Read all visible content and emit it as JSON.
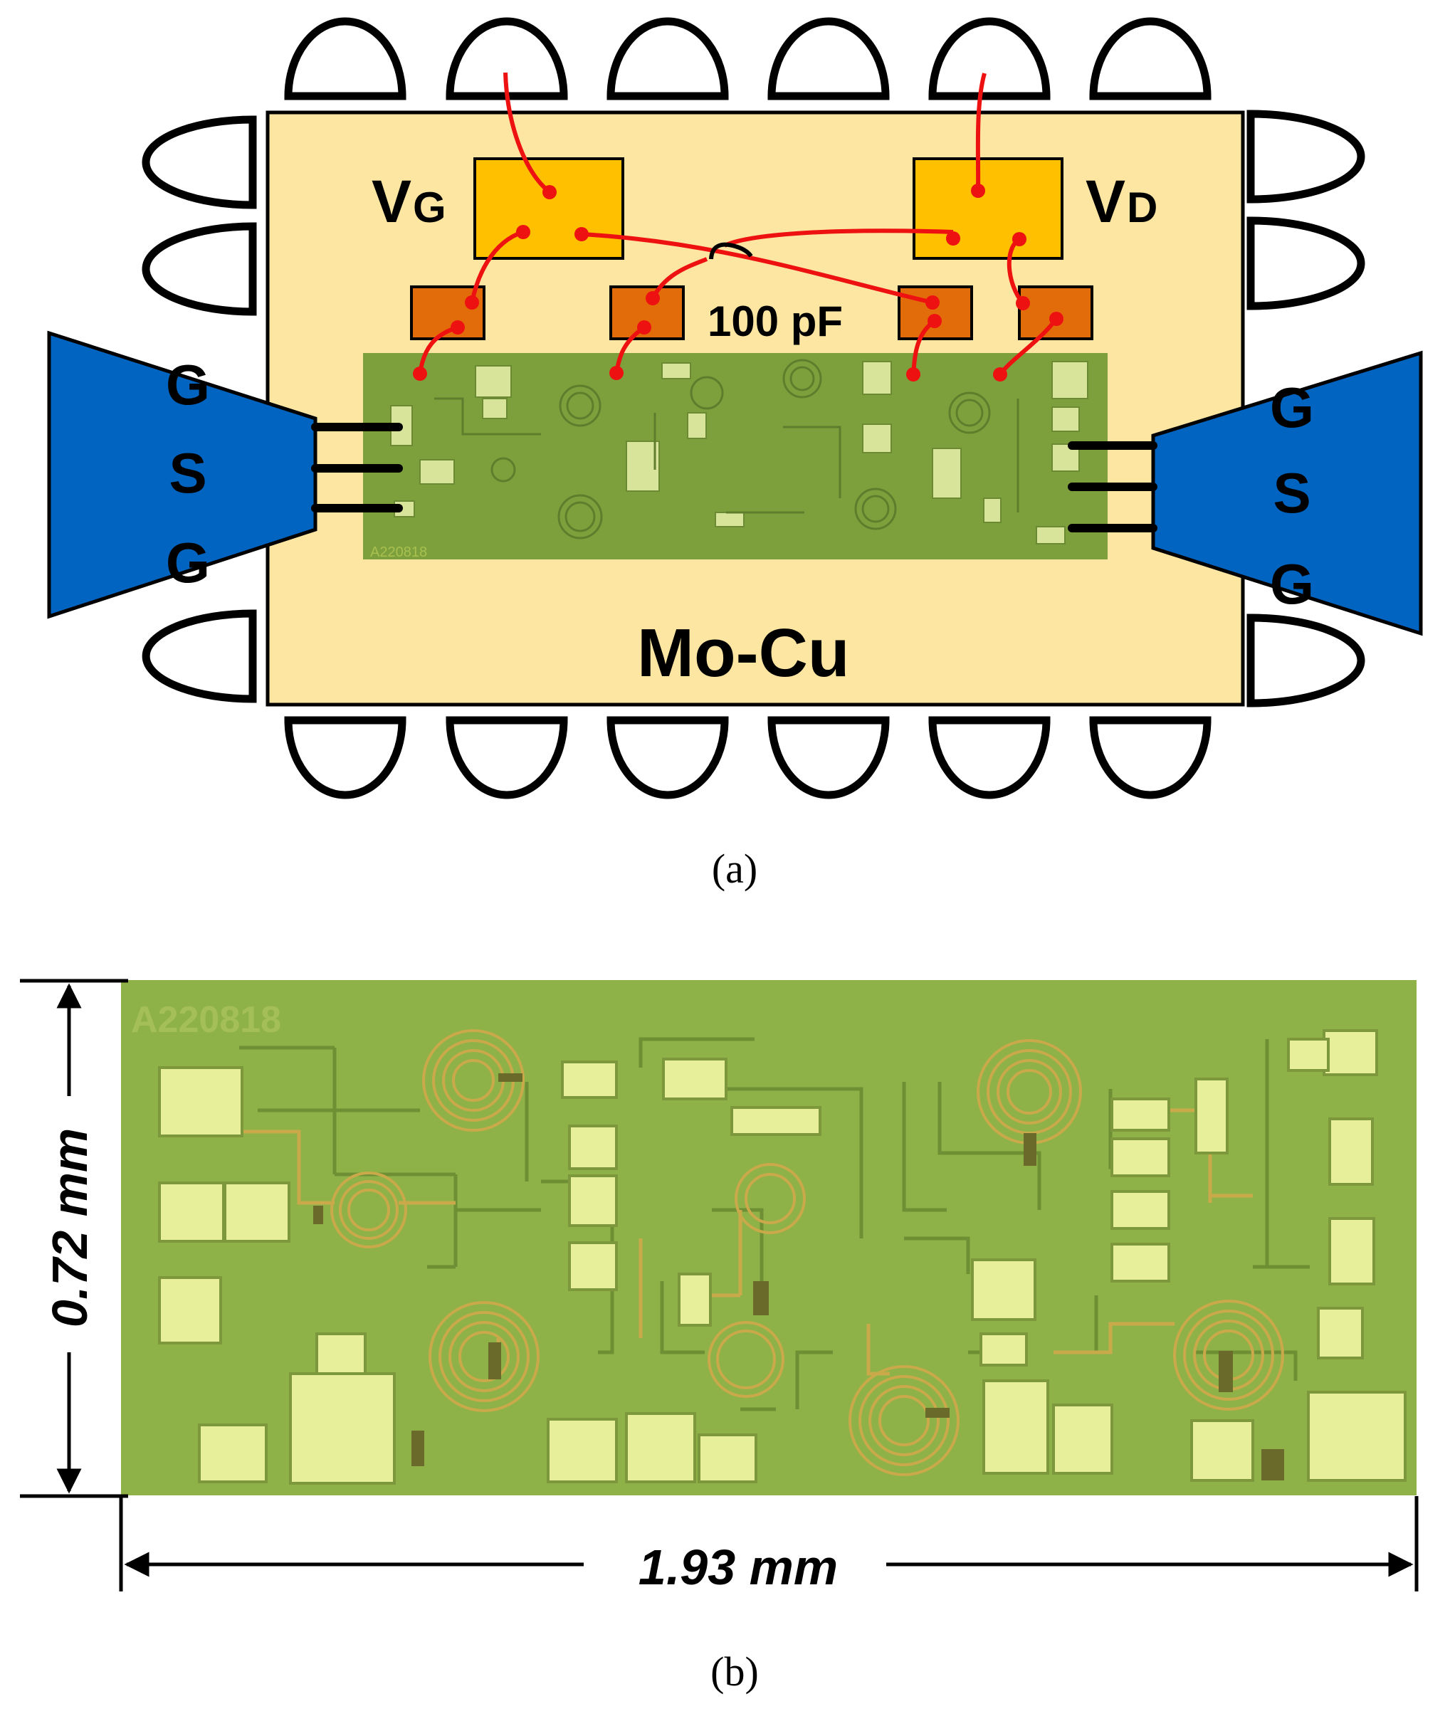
{
  "panel_a": {
    "label": "(a)",
    "gate_voltage": {
      "main": "V",
      "sub": "G"
    },
    "drain_voltage": {
      "main": "V",
      "sub": "D"
    },
    "capacitor_label": "100 pF",
    "carrier_label": "Mo-Cu",
    "left_probe": [
      "G",
      "S",
      "G"
    ],
    "right_probe": [
      "G",
      "S",
      "G"
    ],
    "colors": {
      "carrier": "#fde6a2",
      "dc_pad": "#ffc000",
      "capacitor": "#e36c0a",
      "bond_wire": "#ee1111",
      "probe": "#0064c0",
      "chip": "#7ea03c"
    }
  },
  "panel_b": {
    "label": "(b)",
    "chip_id": "A220818",
    "height_dimension": "0.72 mm",
    "width_dimension": "1.93 mm",
    "colors": {
      "die": "#8fb248",
      "metal": "#e8ef9a",
      "trace": "#c9a94a"
    }
  }
}
